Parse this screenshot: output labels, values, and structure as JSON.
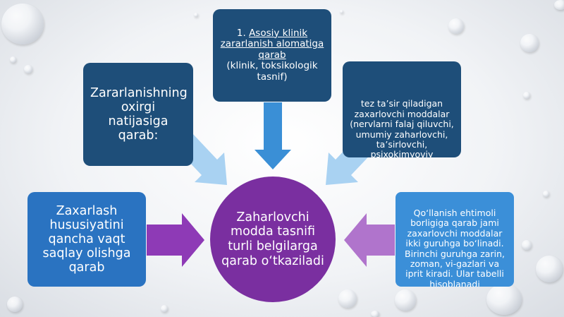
{
  "center": {
    "text": "Zaharlovchi modda tasnifi turli belgilarga qarab o‘tkaziladi"
  },
  "top_box": {
    "number": "1.",
    "title": "Asosiy klinik zararlanish alomatiga qarab",
    "subtitle": "(klinik, toksikologik tasnif)"
  },
  "left_top_box": {
    "text": "Zararlanishning oxirgi natijasiga qarab:"
  },
  "right_top_box": {
    "text": "tez ta’sir qiladigan zaxarlovchi moddalar (nervlarni falaj qiluvchi, umumiy zaharlovchi, ta’sirlovchi, psixokimyoviy zaxarlovchi moddalar)"
  },
  "left_box": {
    "text": "Zaxarlash hususiyatini qancha vaqt saqlay olishga qarab"
  },
  "right_box": {
    "text": "Qo‘llanish ehtimoli borligiga qarab jami zaxarlovchi moddalar ikki guruhga bo‘linadi. Birinchi guruhga zarin, zoman, vi-gazlari va iprit kiradi. Ular tabelli hisoblanadi"
  },
  "colors": {
    "dark_blue": "#1e4e79",
    "mid_blue": "#2a73c1",
    "light_blue": "#3b8fd8",
    "purple": "#7a2fa0",
    "arrow_blue": "#8fc3ec",
    "arrow_purple": "#8e3ab6"
  }
}
